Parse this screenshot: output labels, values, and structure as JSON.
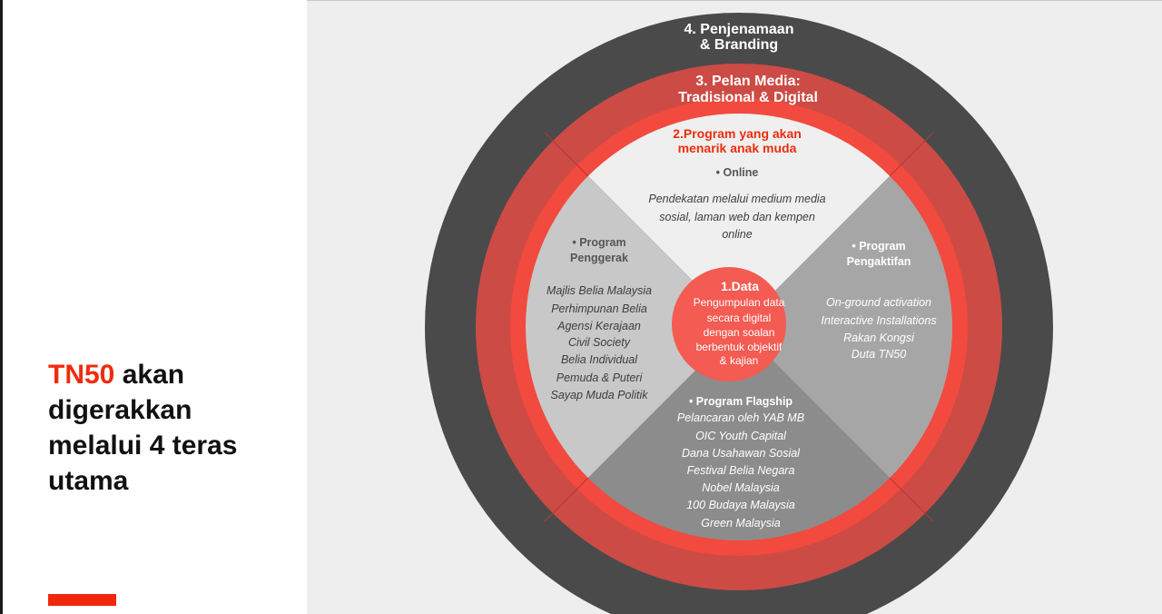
{
  "slide": {
    "title_accent": "TN50",
    "title_line1_rest": " akan",
    "title_line2": "digerakkan",
    "title_line3": "melalui 4 teras",
    "title_line4": "utama"
  },
  "rings": {
    "outer": {
      "line1": "4. Penjenamaan",
      "line2": "& Branding"
    },
    "media": {
      "line1": "3. Pelan Media:",
      "line2": "Tradisional  & Digital"
    },
    "program": {
      "line1": "2.Program yang akan",
      "line2": "menarik anak muda"
    }
  },
  "segments": {
    "online": {
      "heading": "• Online",
      "lines": [
        "Pendekatan melalui medium media",
        "sosial, laman web dan kempen",
        "online"
      ]
    },
    "penggerak": {
      "heading_line1": "• Program",
      "heading_line2": "Penggerak",
      "items": [
        "Majlis Belia Malaysia",
        "Perhimpunan Belia",
        "Agensi Kerajaan",
        "Civil Society",
        "Belia Individual",
        "Pemuda & Puteri",
        "Sayap Muda  Politik"
      ]
    },
    "pengaktifan": {
      "heading_line1": "• Program",
      "heading_line2": "Pengaktifan",
      "items": [
        "On-ground  activation",
        "Interactive  Installations",
        "Rakan Kongsi",
        "Duta TN50"
      ]
    },
    "flagship": {
      "heading": "• Program Flagship",
      "items": [
        "Pelancaran oleh YAB MB",
        "OIC Youth Capital",
        "Dana Usahawan  Sosial",
        "Festival Belia Negara",
        "Nobel Malaysia",
        "100 Budaya Malaysia",
        "Green Malaysia"
      ]
    }
  },
  "core": {
    "heading": "1.Data",
    "lines": [
      "Pengumpulan data",
      "secara digital",
      "dengan soalan",
      "berbentuk objektif",
      "& kajian"
    ]
  },
  "colors": {
    "accent": "#ee2c0f",
    "outer_ring": "#4a4a4a",
    "media_ring": "#cd4b45",
    "inner_ring": "#f24a3e",
    "core": "#f45b52",
    "segment_top": "#efefef",
    "segment_left": "#c8c8c8",
    "segment_right": "#a6a6a6",
    "segment_bottom": "#8c8c8c"
  }
}
